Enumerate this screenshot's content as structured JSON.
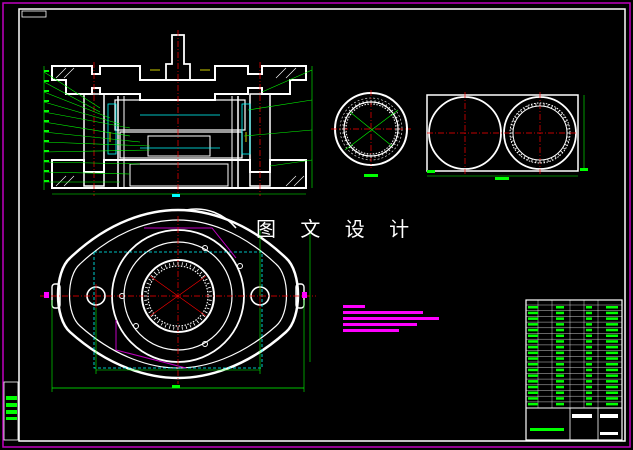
{
  "watermark": "图 文 设 计",
  "colors": {
    "background": "#000000",
    "frame": "#c000c0",
    "outline": "#ffffff",
    "dimension": "#00ff00",
    "centerline": "#ff0000",
    "note": "#ff00ff",
    "hidden": "#00ffff",
    "thread": "#ffff00"
  },
  "views": [
    "section-view",
    "ring-view",
    "double-ring-view",
    "plan-view",
    "tech-notes",
    "title-block",
    "side-strip"
  ]
}
